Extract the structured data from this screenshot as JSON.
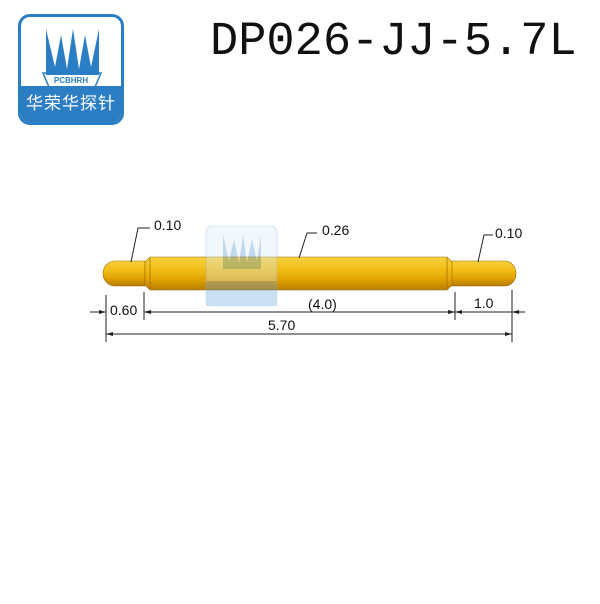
{
  "logo": {
    "brand_text": "PCBHRH",
    "name_cn": "华荣华探针",
    "color": "#2b7dc4"
  },
  "title": "DP026-JJ-5.7L",
  "diagram": {
    "pin_color": "#e8a800",
    "callouts": {
      "left_tip": "0.10",
      "barrel": "0.26",
      "right_tip": "0.10"
    },
    "dimensions": {
      "left_plunger": "0.60",
      "barrel_length": "(4.0)",
      "right_plunger": "1.0",
      "total_length": "5.70"
    }
  }
}
